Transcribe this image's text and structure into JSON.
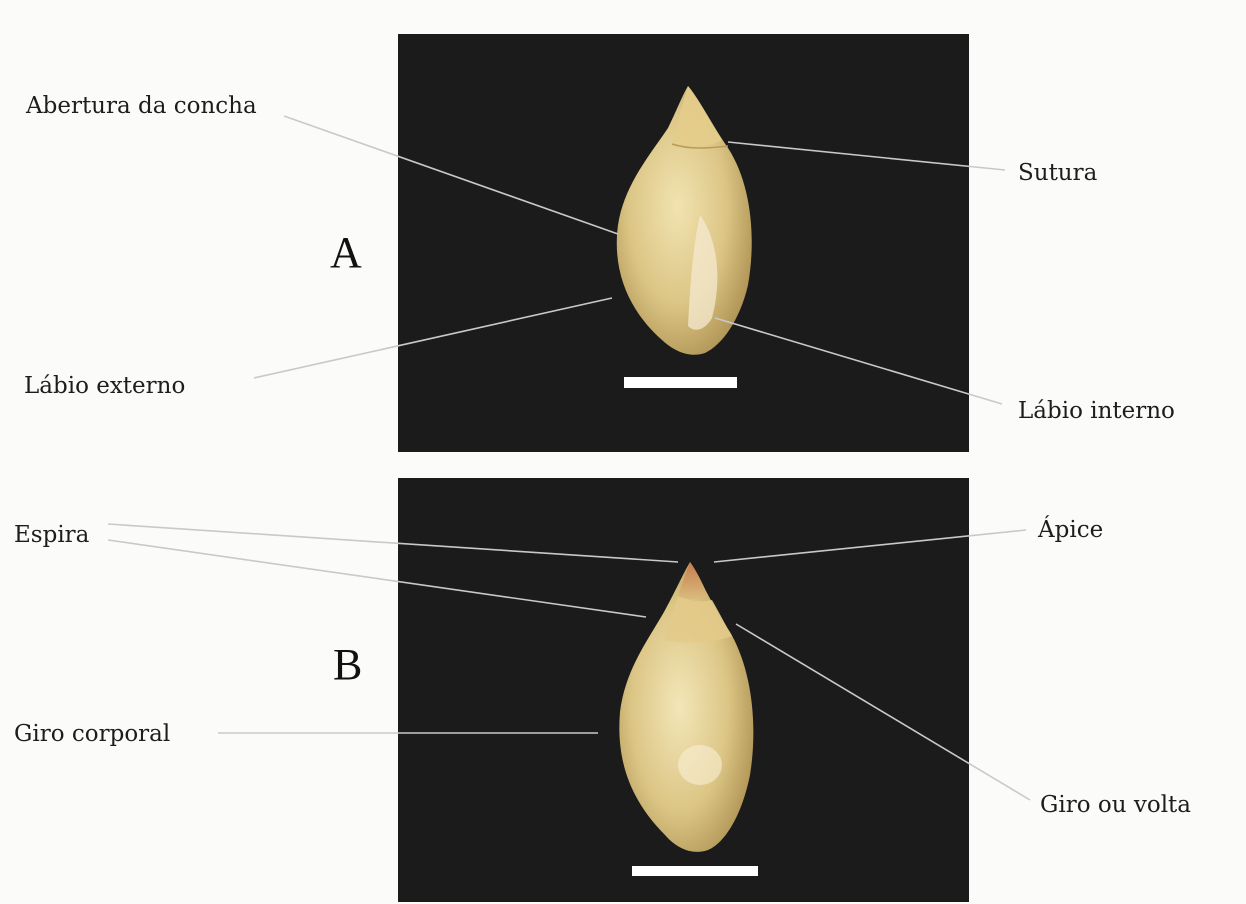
{
  "panels": [
    {
      "letter": "A",
      "labels": {
        "abertura": "Abertura da concha",
        "sutura": "Sutura",
        "labio_externo": "Lábio externo",
        "labio_interno": "Lábio interno"
      }
    },
    {
      "letter": "B",
      "labels": {
        "espira": "Espira",
        "apice": "Ápice",
        "giro_corporal": "Giro corporal",
        "giro_volta": "Giro ou volta"
      }
    }
  ],
  "colors": {
    "panel_background": "#1b1b1b",
    "shell": "#d7c07d",
    "shell_highlight": "#f1e3b0",
    "scale_bar": "#ffffff",
    "leader_line": "#c9c9c9"
  }
}
